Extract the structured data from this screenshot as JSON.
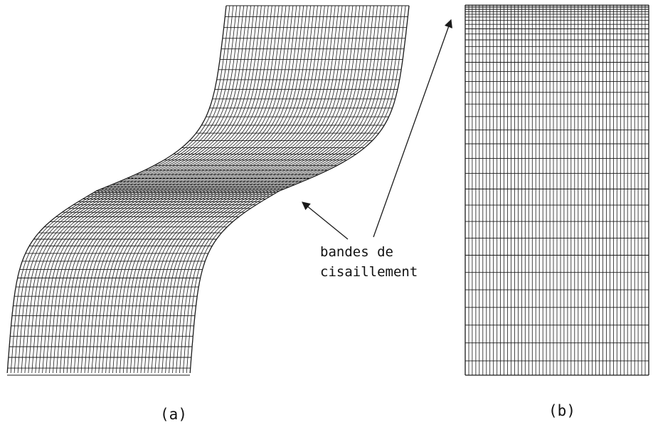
{
  "annotation": {
    "line1": "bandes de",
    "line2": "cisaillement"
  },
  "captions": {
    "a": "(a)",
    "b": "(b)"
  },
  "colors": {
    "mesh": "#1a1a1a",
    "background": "#ffffff"
  }
}
